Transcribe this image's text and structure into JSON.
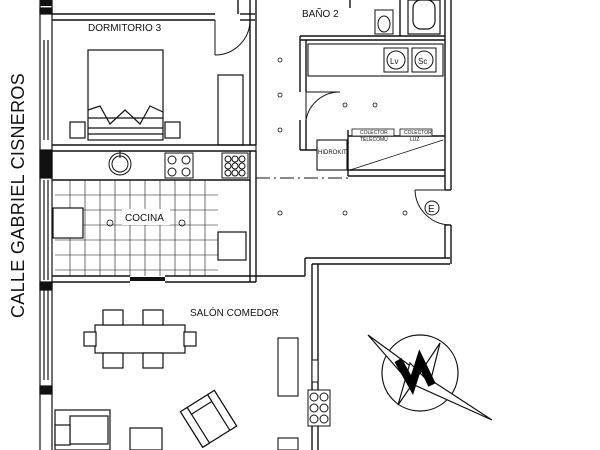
{
  "street": {
    "name": "CALLE GABRIEL CISNEROS"
  },
  "rooms": {
    "dormitorio": "DORMITORIO 3",
    "bano": "BAÑO 2",
    "cocina": "COCINA",
    "salon": "SALÓN COMEDOR"
  },
  "fixtures": {
    "lavadora": "Lv",
    "secadora": "Sc",
    "hidrokit": "HIDROKIT",
    "colector_tel_1": "COLECTOR",
    "colector_tel_2": "TELECOMU",
    "colector_luz_1": "COLECTOR",
    "colector_luz_2": "LUZ",
    "entrance": "E"
  }
}
